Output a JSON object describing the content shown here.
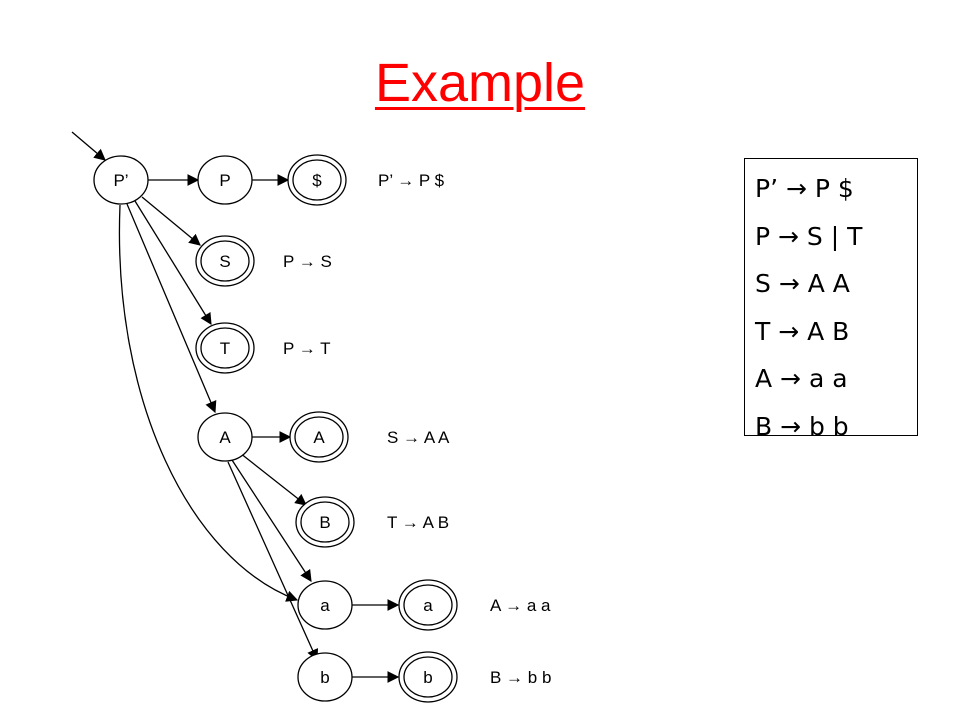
{
  "title": "Example",
  "nodes": [
    {
      "id": "n_pprime",
      "label": "P’",
      "accepting": false
    },
    {
      "id": "n_p",
      "label": "P",
      "accepting": false
    },
    {
      "id": "n_dollar",
      "label": "$",
      "accepting": true
    },
    {
      "id": "n_s",
      "label": "S",
      "accepting": true
    },
    {
      "id": "n_t",
      "label": "T",
      "accepting": true
    },
    {
      "id": "n_a1",
      "label": "A",
      "accepting": false
    },
    {
      "id": "n_a2",
      "label": "A",
      "accepting": true
    },
    {
      "id": "n_b",
      "label": "B",
      "accepting": true
    },
    {
      "id": "n_la1",
      "label": "a",
      "accepting": false
    },
    {
      "id": "n_la2",
      "label": "a",
      "accepting": true
    },
    {
      "id": "n_lb1",
      "label": "b",
      "accepting": false
    },
    {
      "id": "n_lb2",
      "label": "b",
      "accepting": true
    }
  ],
  "edges": [
    {
      "from": "start",
      "to": "n_pprime"
    },
    {
      "from": "n_pprime",
      "to": "n_p"
    },
    {
      "from": "n_p",
      "to": "n_dollar"
    },
    {
      "from": "n_pprime",
      "to": "n_s"
    },
    {
      "from": "n_pprime",
      "to": "n_t"
    },
    {
      "from": "n_pprime",
      "to": "n_a1"
    },
    {
      "from": "n_a1",
      "to": "n_a2"
    },
    {
      "from": "n_a1",
      "to": "n_b"
    },
    {
      "from": "n_pprime",
      "to": "n_la1"
    },
    {
      "from": "n_a1",
      "to": "n_la1"
    },
    {
      "from": "n_la1",
      "to": "n_la2"
    },
    {
      "from": "n_a1",
      "to": "n_lb1"
    },
    {
      "from": "n_lb1",
      "to": "n_lb2"
    }
  ],
  "rule_labels": {
    "pprime": "P’ → P $",
    "p_s": "P → S",
    "p_t": "P → T",
    "s": "S → A A",
    "t": "T → A B",
    "a": "A → a a",
    "b": "B → b b"
  },
  "grammar": [
    "P’ → P $",
    "P → S | T",
    "S → A A",
    "T → A B",
    "A → a a",
    "B → b b"
  ]
}
